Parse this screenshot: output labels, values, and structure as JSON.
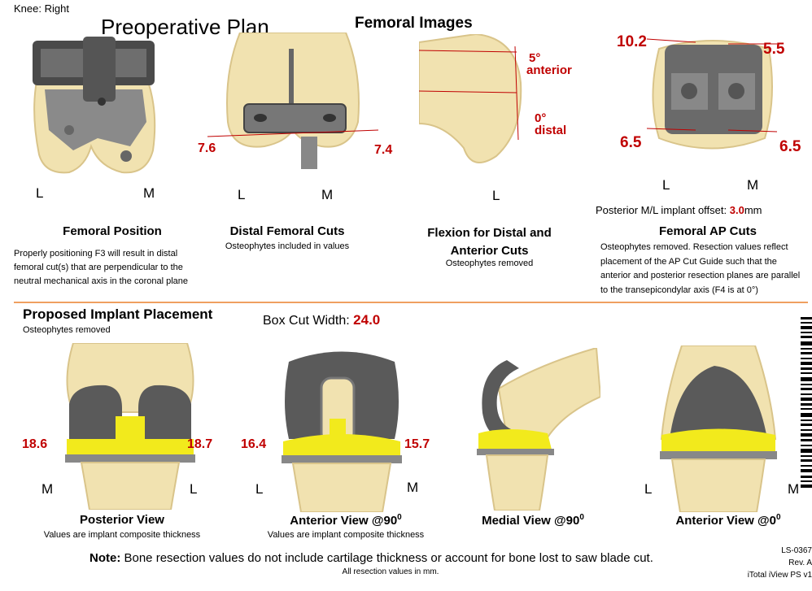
{
  "header": {
    "knee": "Knee: Right",
    "preop_title": "Preoperative Plan",
    "femoral_images_title": "Femoral Images"
  },
  "femoral_position": {
    "side_left": "L",
    "side_right": "M",
    "title": "Femoral Position",
    "desc": "Properly positioning F3 will result in distal femoral cut(s) that are perpendicular to the neutral mechanical axis in the coronal plane"
  },
  "distal_cuts": {
    "left_value": "7.6",
    "right_value": "7.4",
    "side_left": "L",
    "side_right": "M",
    "title": "Distal Femoral Cuts",
    "desc": "Osteophytes included in values"
  },
  "flexion": {
    "anterior_value": "5°",
    "anterior_label": "anterior",
    "distal_value": "0°",
    "distal_label": "distal",
    "side": "L",
    "title_line1": "Flexion for Distal and",
    "title_line2": "Anterior Cuts",
    "desc": "Osteophytes removed"
  },
  "ap_cuts": {
    "top_left": "10.2",
    "top_right": "5.5",
    "bottom_left": "6.5",
    "bottom_right": "6.5",
    "side_left": "L",
    "side_right": "M",
    "offset_label": "Posterior M/L implant offset:",
    "offset_value": "3.0",
    "offset_unit": "mm",
    "title": "Femoral AP Cuts",
    "desc": "Osteophytes removed. Resection values reflect placement of the AP Cut Guide such that the anterior and posterior resection planes are parallel to the transepicondylar axis (F4 is at 0°)"
  },
  "implant": {
    "title": "Proposed Implant Placement",
    "subtitle": "Osteophytes removed",
    "box_cut_label": "Box Cut Width:",
    "box_cut_value": "24.0"
  },
  "posterior_view": {
    "left_value": "18.6",
    "right_value": "18.7",
    "side_left": "M",
    "side_right": "L",
    "title": "Posterior View",
    "desc": "Values are implant composite thickness"
  },
  "anterior_90": {
    "left_value": "16.4",
    "right_value": "15.7",
    "side_left": "L",
    "side_right": "M",
    "title": "Anterior View @90",
    "title_sup": "0",
    "desc": "Values are implant composite thickness"
  },
  "medial_90": {
    "title": "Medial View @90",
    "title_sup": "0"
  },
  "anterior_0": {
    "side_left": "L",
    "side_right": "M",
    "title": "Anterior View @0",
    "title_sup": "0"
  },
  "footer": {
    "note_label": "Note:",
    "note_text": " Bone resection values do not include cartilage thickness or account for bone lost to saw blade cut.",
    "note_sub": "All resection values in mm.",
    "doc_id": "LS-0367",
    "rev": "Rev. A",
    "product": "iTotal iView PS v1"
  },
  "colors": {
    "bone": "#f1e2b0",
    "bone_shade": "#d9c48a",
    "implant": "#5a5a5a",
    "insert": "#f2ea1c",
    "accent_red": "#c00000",
    "divider": "#f0a060"
  }
}
